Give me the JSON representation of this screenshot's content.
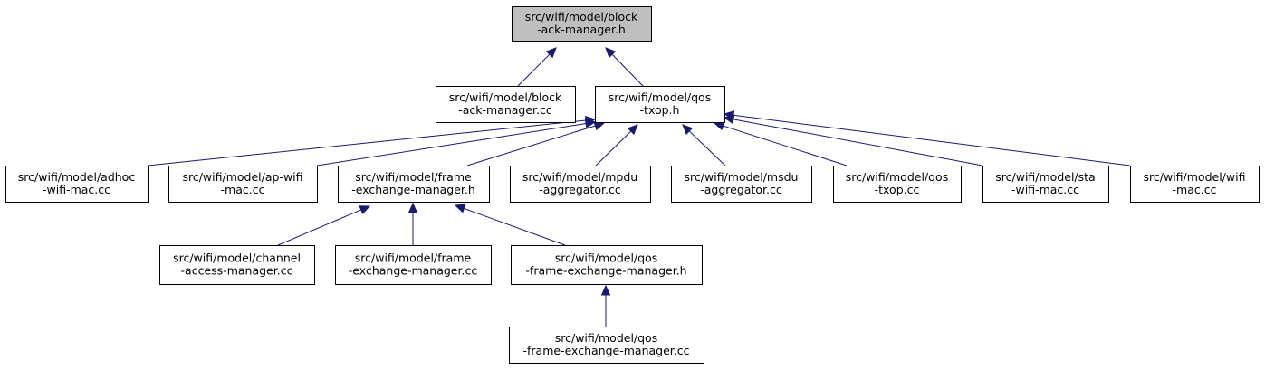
{
  "graph": {
    "colors": {
      "root_fill": "#bfbfbf",
      "node_fill": "#ffffff",
      "border": "#000000",
      "edge": "#191970"
    },
    "nodes": [
      {
        "id": "n0",
        "lines": [
          "src/wifi/model/block",
          "-ack-manager.h"
        ],
        "highlighted": true
      },
      {
        "id": "n1",
        "lines": [
          "src/wifi/model/block",
          "-ack-manager.cc"
        ]
      },
      {
        "id": "n2",
        "lines": [
          "src/wifi/model/qos",
          "-txop.h"
        ]
      },
      {
        "id": "n3",
        "lines": [
          "src/wifi/model/adhoc",
          "-wifi-mac.cc"
        ]
      },
      {
        "id": "n4",
        "lines": [
          "src/wifi/model/ap-wifi",
          "-mac.cc"
        ]
      },
      {
        "id": "n5",
        "lines": [
          "src/wifi/model/frame",
          "-exchange-manager.h"
        ]
      },
      {
        "id": "n6",
        "lines": [
          "src/wifi/model/mpdu",
          "-aggregator.cc"
        ]
      },
      {
        "id": "n7",
        "lines": [
          "src/wifi/model/msdu",
          "-aggregator.cc"
        ]
      },
      {
        "id": "n8",
        "lines": [
          "src/wifi/model/qos",
          "-txop.cc"
        ]
      },
      {
        "id": "n9",
        "lines": [
          "src/wifi/model/sta",
          "-wifi-mac.cc"
        ]
      },
      {
        "id": "n10",
        "lines": [
          "src/wifi/model/wifi",
          "-mac.cc"
        ]
      },
      {
        "id": "n11",
        "lines": [
          "src/wifi/model/channel",
          "-access-manager.cc"
        ]
      },
      {
        "id": "n12",
        "lines": [
          "src/wifi/model/frame",
          "-exchange-manager.cc"
        ]
      },
      {
        "id": "n13",
        "lines": [
          "src/wifi/model/qos",
          "-frame-exchange-manager.h"
        ]
      },
      {
        "id": "n14",
        "lines": [
          "src/wifi/model/qos",
          "-frame-exchange-manager.cc"
        ]
      }
    ],
    "edges": [
      {
        "from": "n1",
        "to": "n0"
      },
      {
        "from": "n2",
        "to": "n0"
      },
      {
        "from": "n3",
        "to": "n2"
      },
      {
        "from": "n4",
        "to": "n2"
      },
      {
        "from": "n5",
        "to": "n2"
      },
      {
        "from": "n6",
        "to": "n2"
      },
      {
        "from": "n7",
        "to": "n2"
      },
      {
        "from": "n8",
        "to": "n2"
      },
      {
        "from": "n9",
        "to": "n2"
      },
      {
        "from": "n10",
        "to": "n2"
      },
      {
        "from": "n11",
        "to": "n5"
      },
      {
        "from": "n12",
        "to": "n5"
      },
      {
        "from": "n13",
        "to": "n5"
      },
      {
        "from": "n14",
        "to": "n13"
      }
    ]
  }
}
